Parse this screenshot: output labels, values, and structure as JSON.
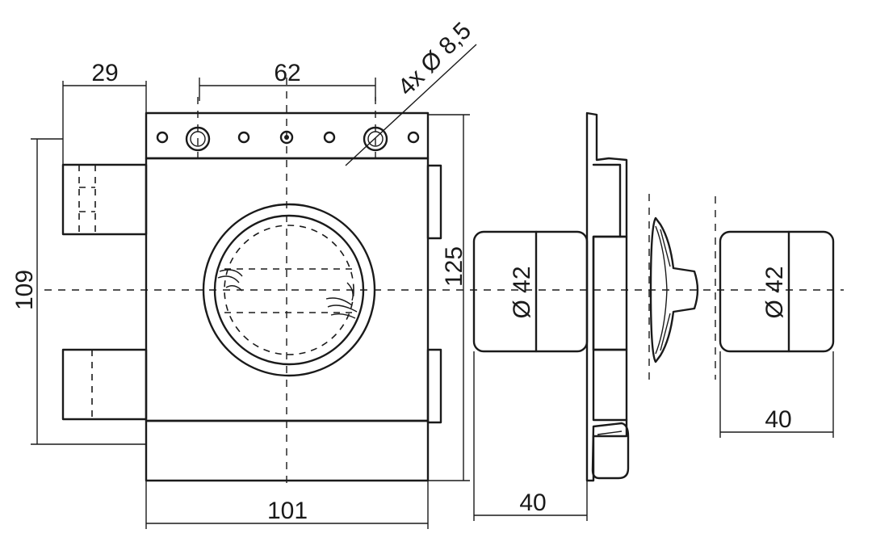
{
  "drawing": {
    "dimensions": {
      "width_29": "29",
      "pitch_62": "62",
      "holes": "4x Ø 8,5",
      "height_109": "109",
      "height_125": "125",
      "width_101": "101",
      "depth_40_left": "40",
      "depth_40_right": "40",
      "dia_left": "Ø 42",
      "dia_right": "Ø 42"
    },
    "line_color": "#1a1a1a",
    "background": "#ffffff"
  }
}
